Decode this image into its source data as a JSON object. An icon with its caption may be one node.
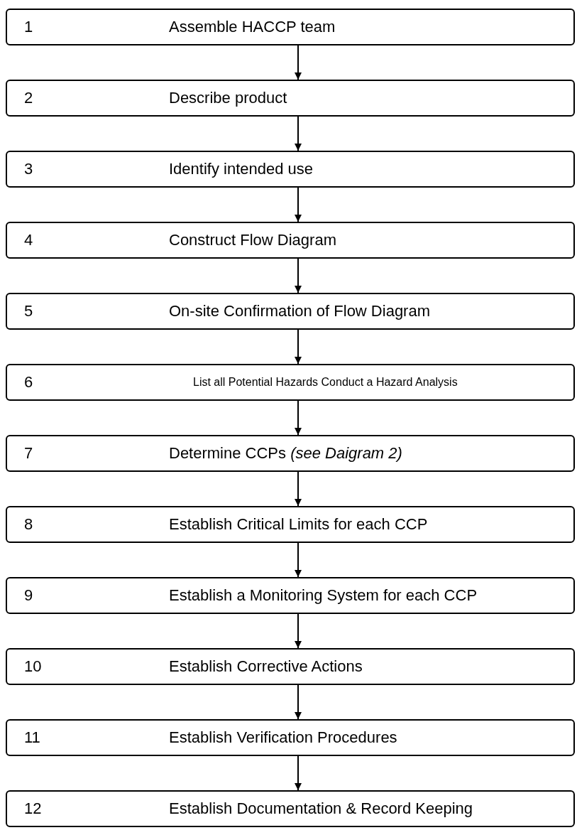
{
  "diagram": {
    "nodes": [
      {
        "text": [
          "1",
          "Assemble HACCP team"
        ]
      },
      {
        "text": [
          "2",
          "Describe product"
        ]
      },
      {
        "text": [
          "3",
          "Identify intended use"
        ]
      },
      {
        "text": [
          "4",
          "Construct Flow Diagram"
        ]
      },
      {
        "text": [
          "5",
          "On-site Confirmation of Flow Diagram"
        ]
      },
      {
        "text": [
          "6",
          "List all Potential Hazards Conduct a Hazard Analysis"
        ]
      },
      {
        "text": [
          "7",
          "Determine CCPs *(see Daigram 2)*"
        ]
      },
      {
        "text": [
          "8",
          "Establish Critical Limits for each CCP"
        ]
      },
      {
        "text": [
          "9",
          "Establish a Monitoring System for each CCP"
        ]
      },
      {
        "text": [
          "10",
          "Establish Corrective Actions"
        ]
      },
      {
        "text": [
          "11",
          "Establish Verification Procedures"
        ]
      },
      {
        "text": [
          "12",
          "Establish Documentation & Record Keeping"
        ]
      }
    ],
    "edges": [
      {
        "from": 0,
        "to": 1,
        "arrow": "to"
      },
      {
        "from": 1,
        "to": 2,
        "arrow": "to"
      },
      {
        "from": 2,
        "to": 3,
        "arrow": "to"
      },
      {
        "from": 3,
        "to": 4,
        "arrow": "to"
      },
      {
        "from": 4,
        "to": 5,
        "arrow": "to"
      },
      {
        "from": 5,
        "to": 6,
        "arrow": "to"
      },
      {
        "from": 6,
        "to": 7,
        "arrow": "to"
      },
      {
        "from": 7,
        "to": 8,
        "arrow": "to"
      },
      {
        "from": 8,
        "to": 9,
        "arrow": "to"
      },
      {
        "from": 9,
        "to": 10,
        "arrow": "to"
      },
      {
        "from": 10,
        "to": 11,
        "arrow": "to"
      }
    ]
  }
}
